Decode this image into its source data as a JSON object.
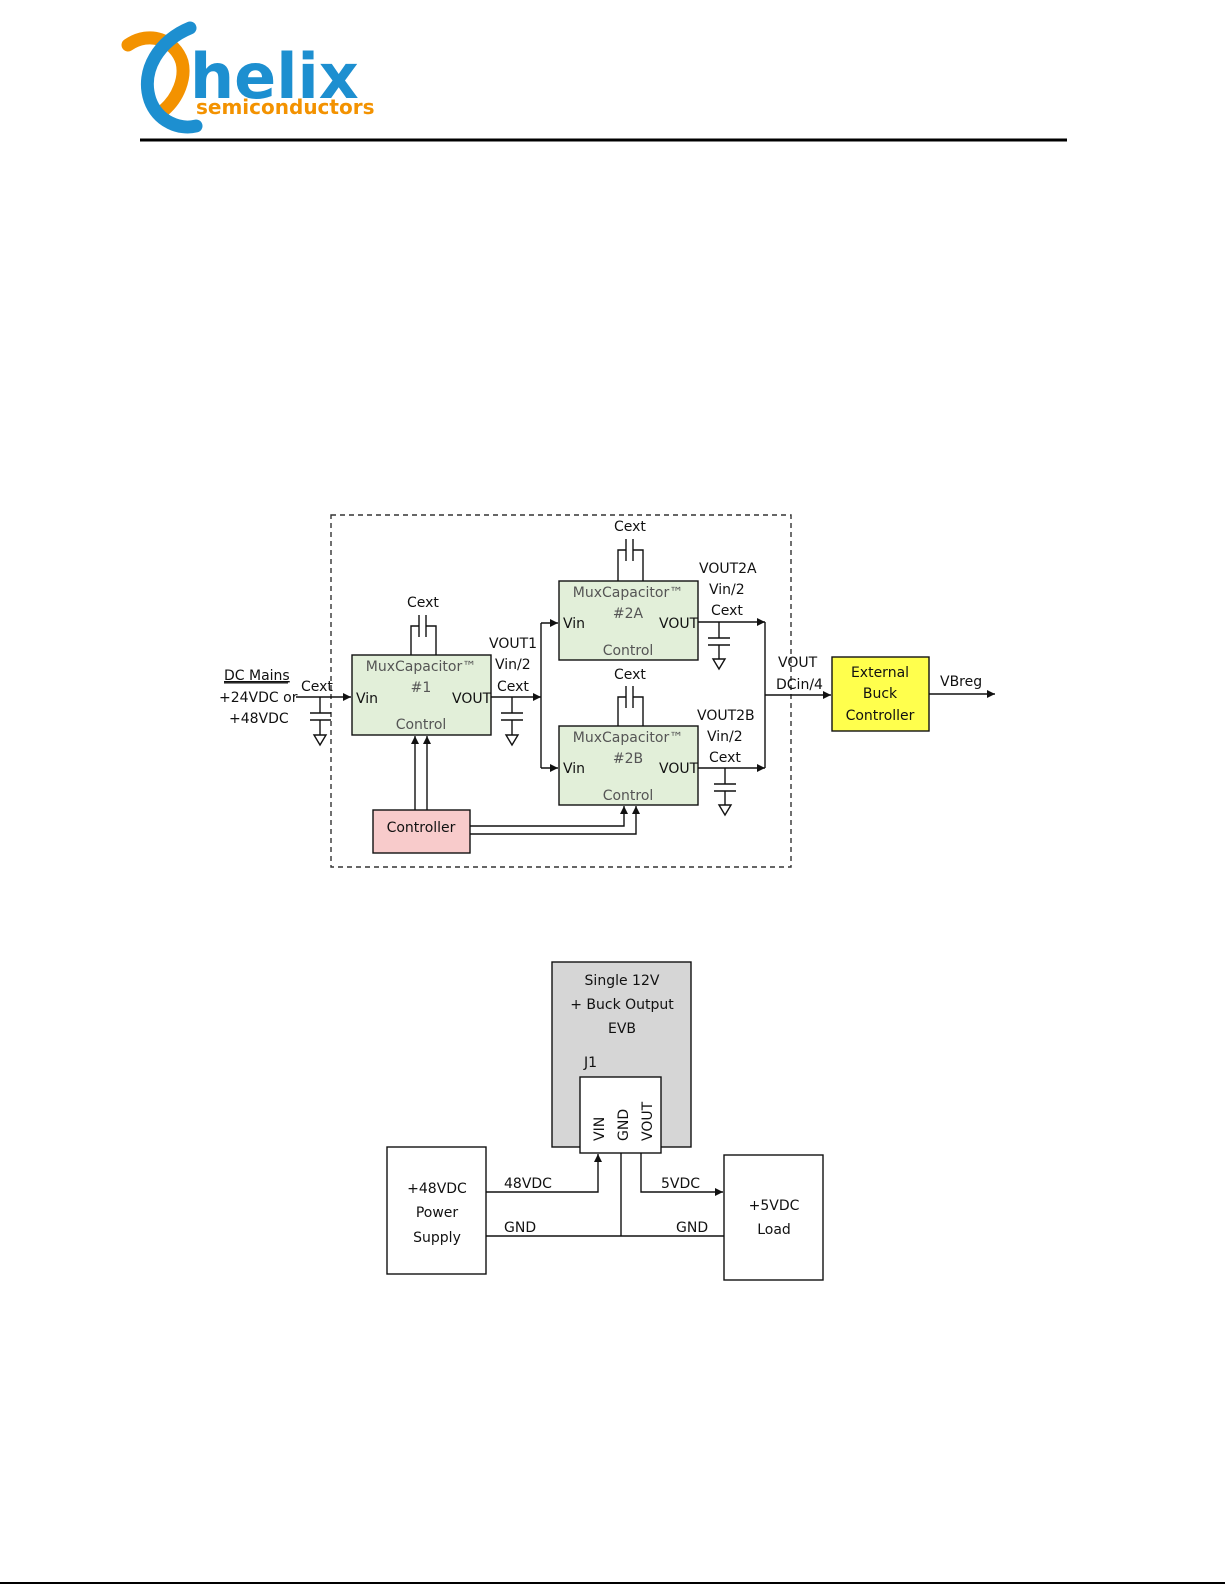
{
  "header": {
    "logo_word": "helix",
    "logo_sub": "semiconductors",
    "colors": {
      "blue": "#1d8fd0",
      "orange": "#f39200",
      "rule": "#000000"
    }
  },
  "block_diagram": {
    "input_label": "DC Mains",
    "input_v1": "+24VDC or",
    "input_v2": "+48VDC",
    "cext": "Cext",
    "mux_title": "MuxCapacitor™",
    "mux1_id": "#1",
    "mux2a_id": "#2A",
    "mux2b_id": "#2B",
    "vin": "Vin",
    "vout": "VOUT",
    "control": "Control",
    "vout1": "VOUT1",
    "vin_half": "Vin/2",
    "vout2a": "VOUT2A",
    "vout2b": "VOUT2B",
    "dcin4": "DCin/4",
    "ext_buck_1": "External",
    "ext_buck_2": "Buck",
    "ext_buck_3": "Controller",
    "vbreg": "VBreg",
    "controller": "Controller",
    "colors": {
      "mux": "#e2efd9",
      "controller": "#f8cbcb",
      "buck": "#ffff4d"
    }
  },
  "test_setup": {
    "evb_1": "Single 12V",
    "evb_2": "+ Buck Output",
    "evb_3": "EVB",
    "j1": "J1",
    "pin_vin": "VIN",
    "pin_gnd": "GND",
    "pin_vout": "VOUT",
    "psu_1": "+48VDC",
    "psu_2": "Power",
    "psu_3": "Supply",
    "load_1": "+5VDC",
    "load_2": "Load",
    "v48": "48VDC",
    "v5": "5VDC",
    "gnd": "GND",
    "colors": {
      "evb": "#d6d6d6"
    }
  }
}
